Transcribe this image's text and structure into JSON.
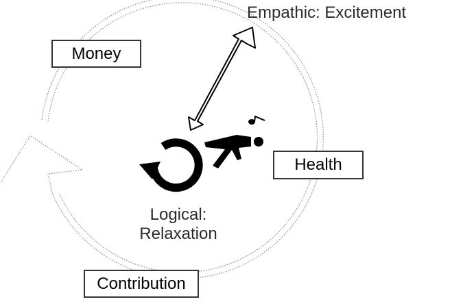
{
  "labels": {
    "empathic": "Empathic: Excitement",
    "logical_line1": "Logical:",
    "logical_line2": "Relaxation",
    "money": "Money",
    "health": "Health",
    "contribution": "Contribution"
  },
  "icons": {
    "cycle": "circular-arrow-icon",
    "person": "relaxing-person-icon",
    "note": "music-note-icon"
  },
  "colors": {
    "stroke": "#000000",
    "box_border": "#333333",
    "dotted_ring": "#888888"
  }
}
